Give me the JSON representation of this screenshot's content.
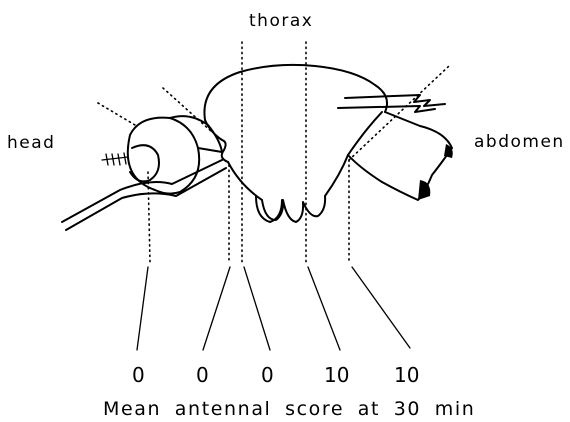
{
  "labels": {
    "thorax": "thorax",
    "head": "head",
    "abdomen": "abdomen",
    "caption": "Mean antennal score at 30 min"
  },
  "scores": [
    "0",
    "0",
    "0",
    "10",
    "10"
  ]
}
